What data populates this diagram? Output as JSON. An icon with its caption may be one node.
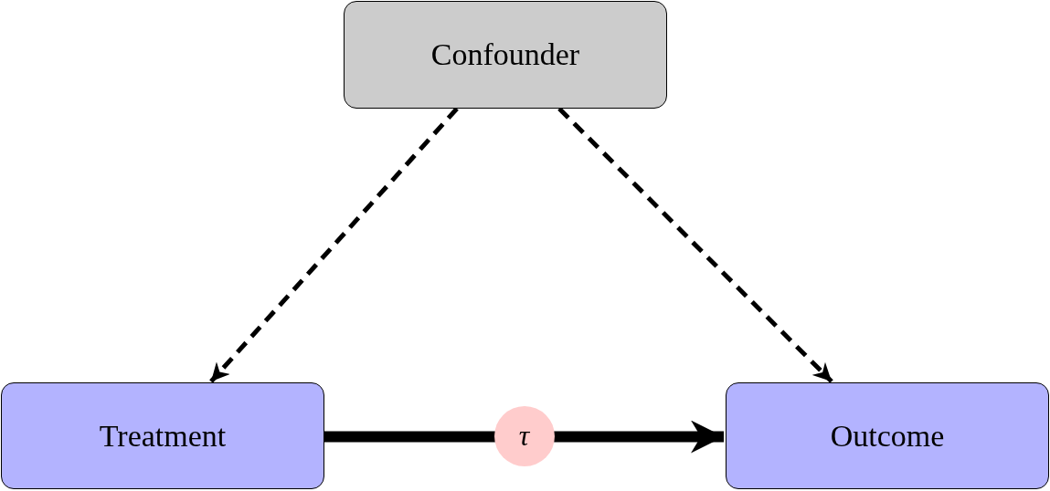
{
  "diagram": {
    "nodes": [
      {
        "text": [
          "Confounder"
        ]
      },
      {
        "text": [
          "Treatment"
        ]
      },
      {
        "text": [
          "Outcome"
        ]
      }
    ],
    "edges": [
      {
        "from": 0,
        "to": 1,
        "arrow": "to",
        "style": "dashed"
      },
      {
        "from": 0,
        "to": 2,
        "arrow": "to",
        "style": "dashed"
      },
      {
        "from": 1,
        "to": 2,
        "arrow": "to",
        "style": "thick",
        "label": "τ"
      }
    ]
  }
}
